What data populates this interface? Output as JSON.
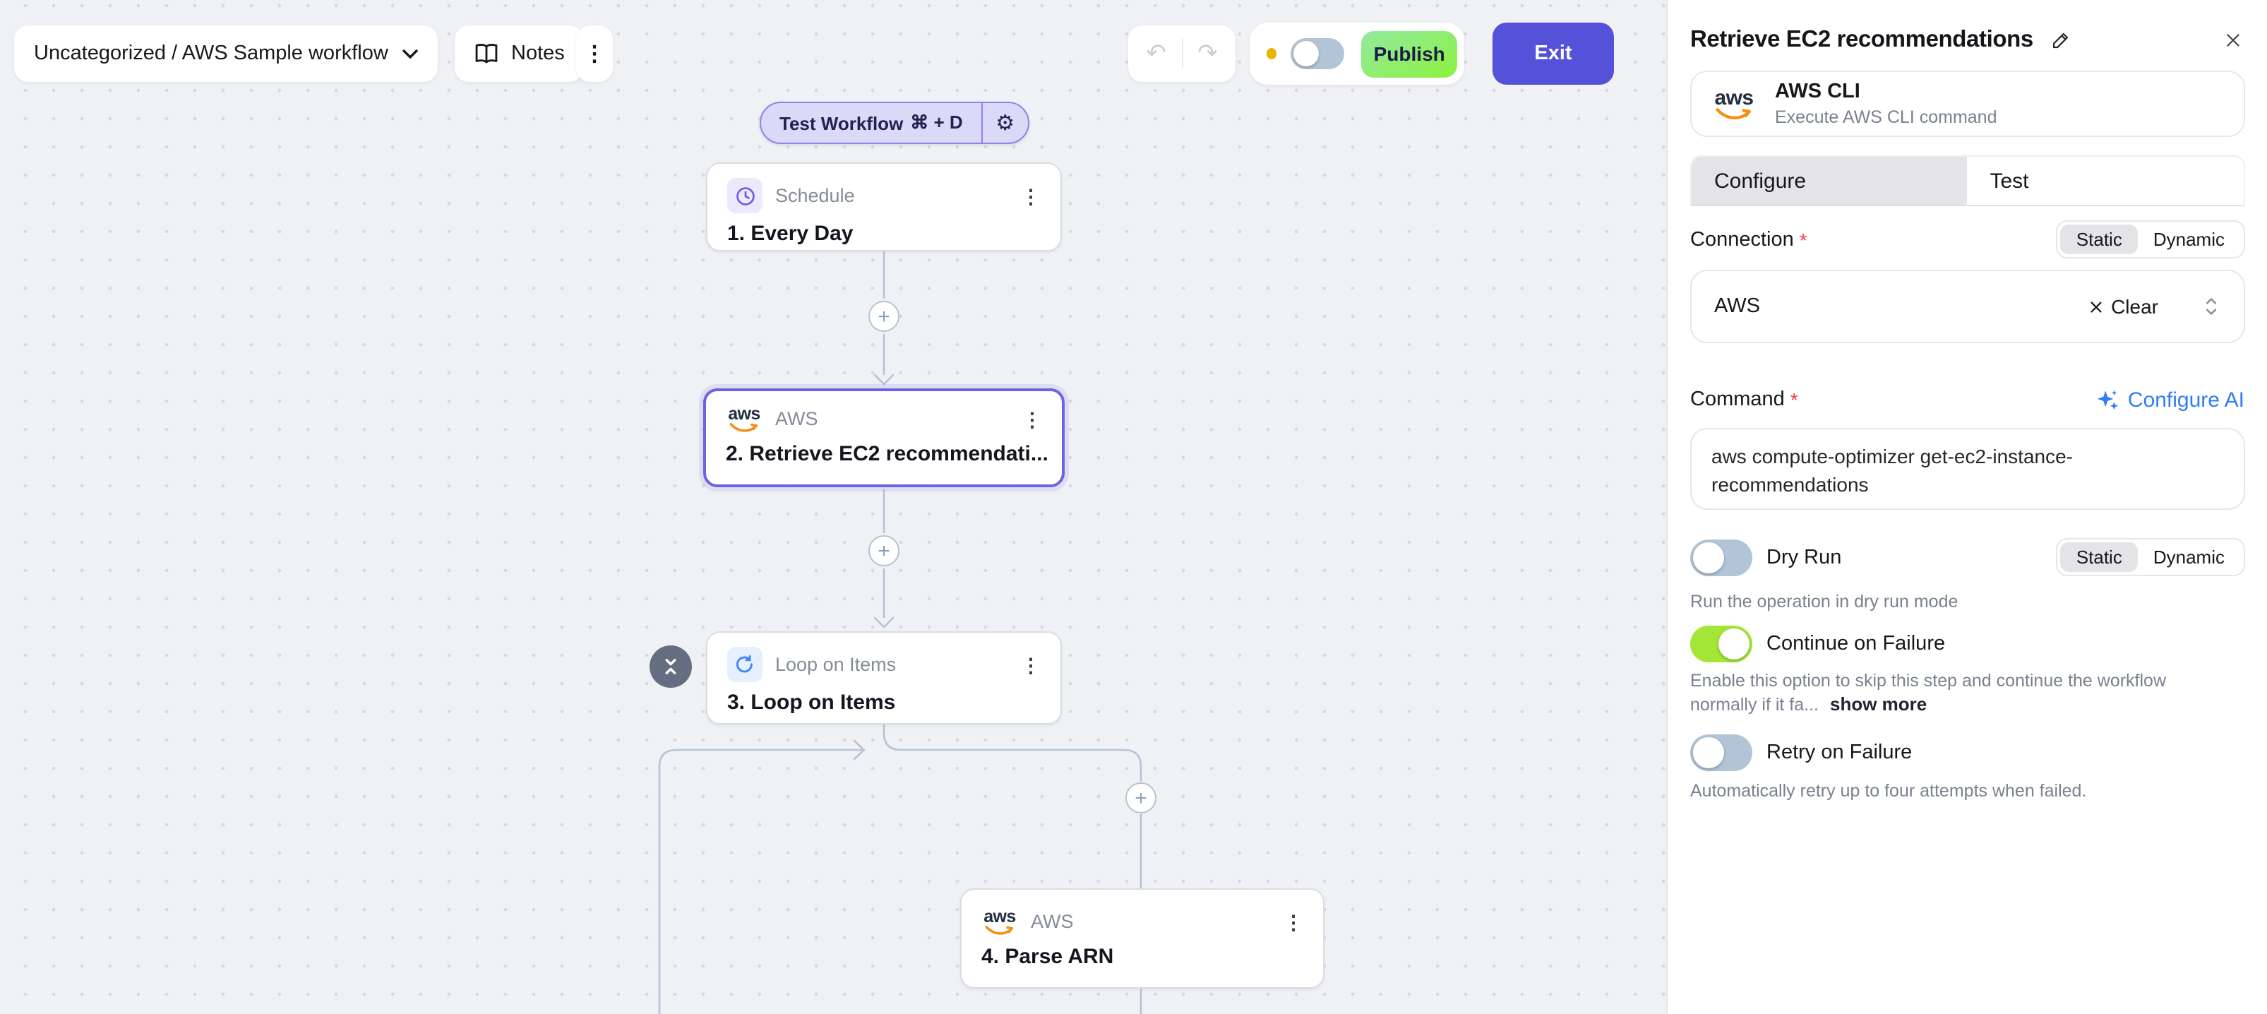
{
  "header": {
    "breadcrumb": "Uncategorized / AWS Sample workflow",
    "notes_label": "Notes",
    "publish_label": "Publish",
    "exit_label": "Exit"
  },
  "canvas": {
    "test_workflow": {
      "label": "Test Workflow",
      "shortcut": "⌘ + D"
    },
    "nodes": [
      {
        "app": "Schedule",
        "title": "1. Every Day"
      },
      {
        "app": "AWS",
        "title": "2. Retrieve EC2 recommendati..."
      },
      {
        "app": "Loop on Items",
        "title": "3. Loop on Items"
      },
      {
        "app": "AWS",
        "title": "4. Parse ARN"
      }
    ]
  },
  "panel": {
    "title": "Retrieve EC2 recommendations",
    "app_card": {
      "name": "AWS CLI",
      "description": "Execute AWS CLI command"
    },
    "tabs": {
      "configure": "Configure",
      "test": "Test",
      "active": "Configure"
    },
    "connection": {
      "label": "Connection",
      "required_marker": "*",
      "value": "AWS",
      "clear_label": "Clear",
      "mode": {
        "options": [
          "Static",
          "Dynamic"
        ],
        "selected": "Static"
      }
    },
    "command": {
      "label": "Command",
      "required_marker": "*",
      "configure_ai_label": "Configure AI",
      "value": "aws compute-optimizer get-ec2-instance-recommendations"
    },
    "dry_run": {
      "label": "Dry Run",
      "enabled": false,
      "caption": "Run the operation in dry run mode",
      "mode": {
        "options": [
          "Static",
          "Dynamic"
        ],
        "selected": "Static"
      }
    },
    "continue_on_failure": {
      "label": "Continue on Failure",
      "enabled": true,
      "caption": "Enable this option to skip this step and continue the workflow normally if it fa...",
      "show_more_label": "show more"
    },
    "retry_on_failure": {
      "label": "Retry on Failure",
      "enabled": false,
      "caption": "Automatically retry up to four attempts when failed."
    }
  },
  "icons": {
    "undo": "↶",
    "redo": "↷",
    "kebab": "⋮",
    "gear": "⚙"
  },
  "colors": {
    "accent": "#6c63e0",
    "exit": "#5551d8",
    "publish_from": "#93e9a0",
    "publish_to": "#8cf23e",
    "toggle_on": "#a3e635",
    "toggle_off": "#b1c5d6",
    "warning_dot": "#eab308",
    "ai_link": "#2f7df6",
    "required": "#ef4444"
  }
}
